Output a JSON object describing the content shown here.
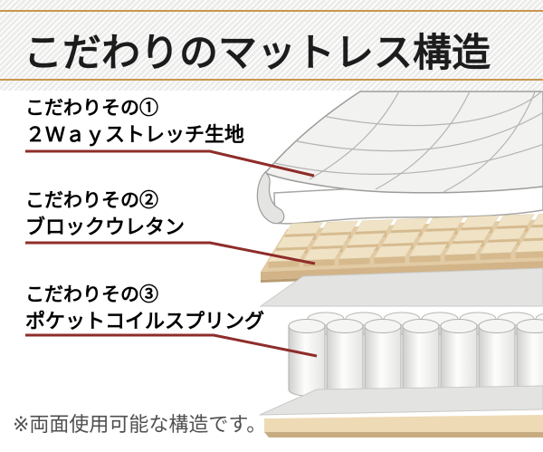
{
  "header": {
    "title": "こだわりのマットレス構造"
  },
  "features": [
    {
      "heading": "こだわりその①",
      "layer_name": "２Ｗａｙストレッチ生地"
    },
    {
      "heading": "こだわりその②",
      "layer_name": "ブロックウレタン"
    },
    {
      "heading": "こだわりその③",
      "layer_name": "ポケットコイルスプリング"
    }
  ],
  "footnote": "※両面使用可能な構造です。",
  "colors": {
    "accent_rule": "#c9964e",
    "leader_line": "#8e2d2a",
    "title_text": "#1c1c1c",
    "note_text": "#4f4f4f",
    "urethane_top": "#f0e3c5",
    "urethane_side": "#c9ad85",
    "board_tan": "#eedab5",
    "fabric_gray": "#f2f2f0"
  }
}
